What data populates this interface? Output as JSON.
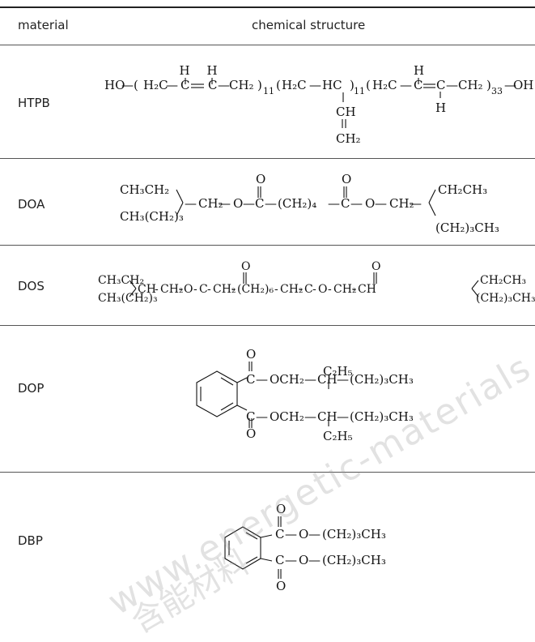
{
  "table": {
    "headers": {
      "material": "material",
      "structure": "chemical structure"
    },
    "rows": [
      {
        "name": "HTPB",
        "structure": {
          "main_line": [
            "HO",
            "H₂C",
            "C",
            "C",
            "CH₂",
            "11",
            "H₂C",
            "HC",
            "11",
            "H₂C",
            "C",
            "C",
            "CH₂",
            "33",
            "OH"
          ],
          "substituents": [
            "H",
            "H",
            "CH",
            "CH₂",
            "H",
            "H"
          ]
        }
      },
      {
        "name": "DOA",
        "structure": {
          "left_branch": [
            "CH₃CH₂",
            "CH₃(CH₂)₃"
          ],
          "main_line": [
            "CH₂",
            "O",
            "C",
            "(CH₂)₄",
            "C",
            "O",
            "CH₂"
          ],
          "carbonyl": "O",
          "right_branch": [
            "CH₂CH₃",
            "(CH₂)₃CH₃"
          ]
        }
      },
      {
        "name": "DOS",
        "structure": {
          "left_branch": [
            "CH₃CH₂",
            "CH₃(CH₂)₃"
          ],
          "main_line": [
            "CH",
            "CH₂",
            "O",
            "C",
            "CH₂",
            "(CH₂)₆",
            "CH₂",
            "C",
            "O",
            "CH₂",
            "CH"
          ],
          "carbonyl": "O",
          "right_branch": [
            "CH₂CH₃",
            "(CH₂)₃CH₃"
          ]
        }
      },
      {
        "name": "DOP",
        "structure": {
          "upper_chain": [
            "C",
            "OCH₂",
            "CH",
            "(CH₂)₃CH₃"
          ],
          "lower_chain": [
            "C",
            "OCH₂",
            "CH",
            "(CH₂)₃CH₃"
          ],
          "carbonyl": "O",
          "ethyl": "C₂H₅"
        }
      },
      {
        "name": "DBP",
        "structure": {
          "upper_chain": [
            "C",
            "O",
            "(CH₂)₃CH₃"
          ],
          "lower_chain": [
            "C",
            "O",
            "(CH₂)₃CH₃"
          ],
          "carbonyl": "O"
        }
      }
    ]
  },
  "watermarks": {
    "url": "www.energetic-materials",
    "cn": "含能材料"
  }
}
